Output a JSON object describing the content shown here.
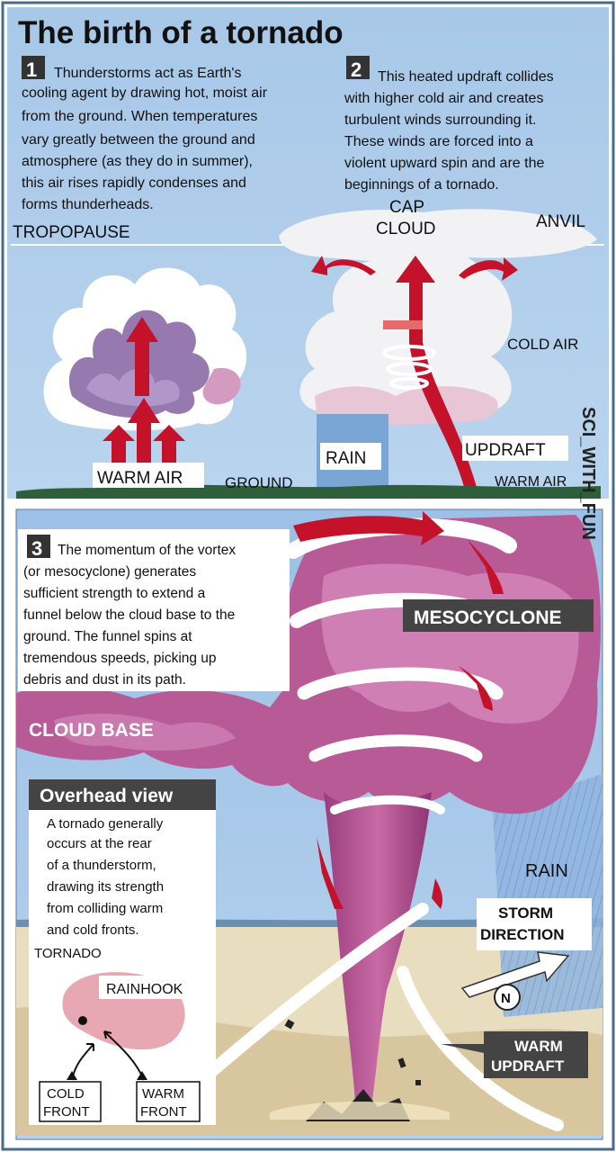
{
  "title": "The birth of a tornado",
  "step1": {
    "number": "1",
    "lines": [
      "Thunderstorms act as Earth's",
      "cooling agent by drawing hot, moist air",
      "from the ground. When temperatures",
      "vary greatly between the ground and",
      "atmosphere (as they do in summer),",
      "this air rises rapidly condenses and",
      "forms thunderheads."
    ]
  },
  "step2": {
    "number": "2",
    "lines": [
      "This heated updraft collides",
      "with higher cold air and creates",
      "turbulent winds surrounding it.",
      "These winds are forced into a",
      "violent upward spin and are the",
      "beginnings of a tornado."
    ]
  },
  "step3": {
    "number": "3",
    "lines": [
      "The momentum of the vortex",
      "(or mesocyclone) generates",
      "sufficient strength to extend a",
      "funnel below the cloud base to the",
      "ground. The funnel spins at",
      "tremendous speeds, picking up",
      "debris and dust in its path."
    ]
  },
  "labels": {
    "tropopause": "TROPOPAUSE",
    "cap": "CAP",
    "cloud": "CLOUD",
    "anvil": "ANVIL",
    "cold_air": "COLD AIR",
    "warm_air_left": "WARM AIR",
    "ground": "GROUND",
    "rain_top": "RAIN",
    "updraft": "UPDRAFT",
    "warm_air_right": "WARM AIR",
    "mesocyclone": "MESOCYCLONE",
    "cloud_base": "CLOUD BASE",
    "rain_bottom": "RAIN",
    "storm_direction_1": "STORM",
    "storm_direction_2": "DIRECTION",
    "compass_n": "N",
    "warm_updraft_1": "WARM",
    "warm_updraft_2": "UPDRAFT"
  },
  "overhead": {
    "title": "Overhead view",
    "lines": [
      "A tornado generally",
      "occurs at the rear",
      "of a thunderstorm,",
      "drawing its strength",
      "from colliding warm",
      "and cold fronts."
    ],
    "tornado": "TORNADO",
    "rainhook": "RAINHOOK",
    "cold_front_1": "COLD",
    "cold_front_2": "FRONT",
    "warm_front_1": "WARM",
    "warm_front_2": "FRONT"
  },
  "watermark": "SCI_WITH_FUN",
  "colors": {
    "sky": "#a9c9e8",
    "cloud_purple": "#8a6aa6",
    "cloud_pink": "#c98bb0",
    "magenta": "#b04d8e",
    "arrow_red": "#c4122a",
    "rain_blue": "#7aa6d6",
    "ground": "#e9ddc0"
  }
}
